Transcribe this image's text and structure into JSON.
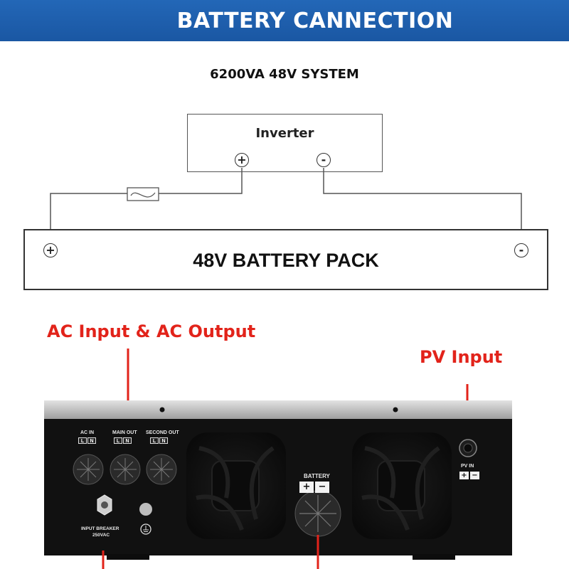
{
  "banner": {
    "title": "BATTERY CANNECTION"
  },
  "diagram": {
    "subtitle": "6200VA 48V SYSTEM",
    "inverter_label": "Inverter",
    "inverter_pos_symbol": "+",
    "inverter_neg_symbol": "-",
    "battery_label": "48V BATTERY PACK",
    "battery_pos_symbol": "+",
    "battery_neg_symbol": "-"
  },
  "callouts": {
    "ac": "AC Input & AC Output",
    "pv": "PV Input"
  },
  "panel": {
    "ac_in": "AC IN",
    "main_out": "MAIN OUT",
    "second_out": "SECOND OUT",
    "l": "L",
    "n": "N",
    "battery": "BATTERY",
    "bat_plus": "+",
    "bat_minus": "−",
    "pv_in": "PV  IN",
    "pv_plus": "+",
    "pv_minus": "−",
    "input_breaker": "INPUT BREAKER",
    "breaker_rating": "250VAC"
  },
  "colors": {
    "banner": "#1f5fae",
    "callout": "#e2231a",
    "panel": "#111111",
    "panel_top": "#c9c9c9"
  }
}
